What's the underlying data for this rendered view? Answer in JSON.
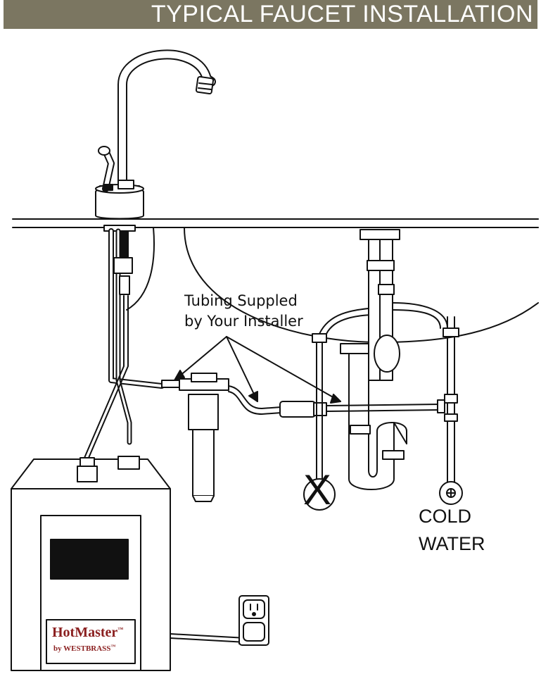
{
  "header": {
    "title": "TYPICAL FAUCET INSTALLATION"
  },
  "annotation": {
    "line1": "Tubing Suppled",
    "line2": "by Your Installer"
  },
  "cold_water": {
    "line1": "COLD",
    "line2": "WATER"
  },
  "mark": {
    "x_label": "X"
  },
  "brand": {
    "name": "HotMaster",
    "name_tm": "™",
    "sub": "by WESTBRASS",
    "sub_tm": "™",
    "color": "#8b2020"
  },
  "colors": {
    "header_bg": "#7b7661",
    "header_text": "#ffffff",
    "line": "#111111"
  }
}
